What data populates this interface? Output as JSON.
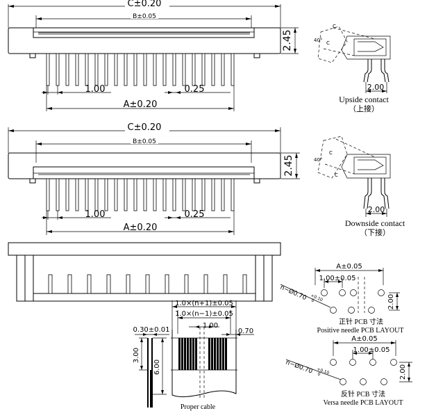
{
  "top_view": {
    "c_dim": "C±0.20",
    "b_dim": "B±0.05",
    "height_dim": "2.45",
    "pitch_dim": "1.00",
    "pin_width_dim": "0.25",
    "a_dim": "A±0.20"
  },
  "upside_side": {
    "pcb_dim": "2.00",
    "caption_en": "Upside contact",
    "caption_cn": "（上接）"
  },
  "middle_view": {
    "c_dim": "C±0.20",
    "b_dim": "B±0.05",
    "height_dim": "2.45",
    "pitch_dim": "1.00",
    "pin_width_dim": "0.25",
    "a_dim": "A±0.20"
  },
  "downside_side": {
    "pcb_dim": "2.00",
    "caption_en": "Downside contact",
    "caption_cn": "（下接）"
  },
  "positive_layout": {
    "a_dim": "A±0.05",
    "pitch_dim": "1.00±0.05",
    "row_dim": "2.00",
    "hole_dim": "n−Ø0.70",
    "hole_tol": "+0.10",
    "hole_tol_low": "0",
    "caption_cn": "正针 PCB 寸法",
    "caption_en": "Positive needle PCB LAYOUT"
  },
  "versa_layout": {
    "a_dim": "A±0.05",
    "pitch_dim": "1.00±0.05",
    "row_dim": "2.00",
    "hole_dim": "n−Ø0.70",
    "hole_tol": "+0.10",
    "hole_tol_low": "0",
    "caption_cn": "反针 PCB 寸法",
    "caption_en": "Versa needle PCB LAYOUT"
  },
  "cable": {
    "w1_dim": "1.0×(n+1)±0.05",
    "w2_dim": "1.0×(n−1)±0.05",
    "pitch_dim": "1.00",
    "edge_dim": "0.70",
    "thickness_dim": "0.30±0.01",
    "len1_dim": "3.00",
    "len2_dim": "6.00",
    "caption": "Proper cable"
  }
}
